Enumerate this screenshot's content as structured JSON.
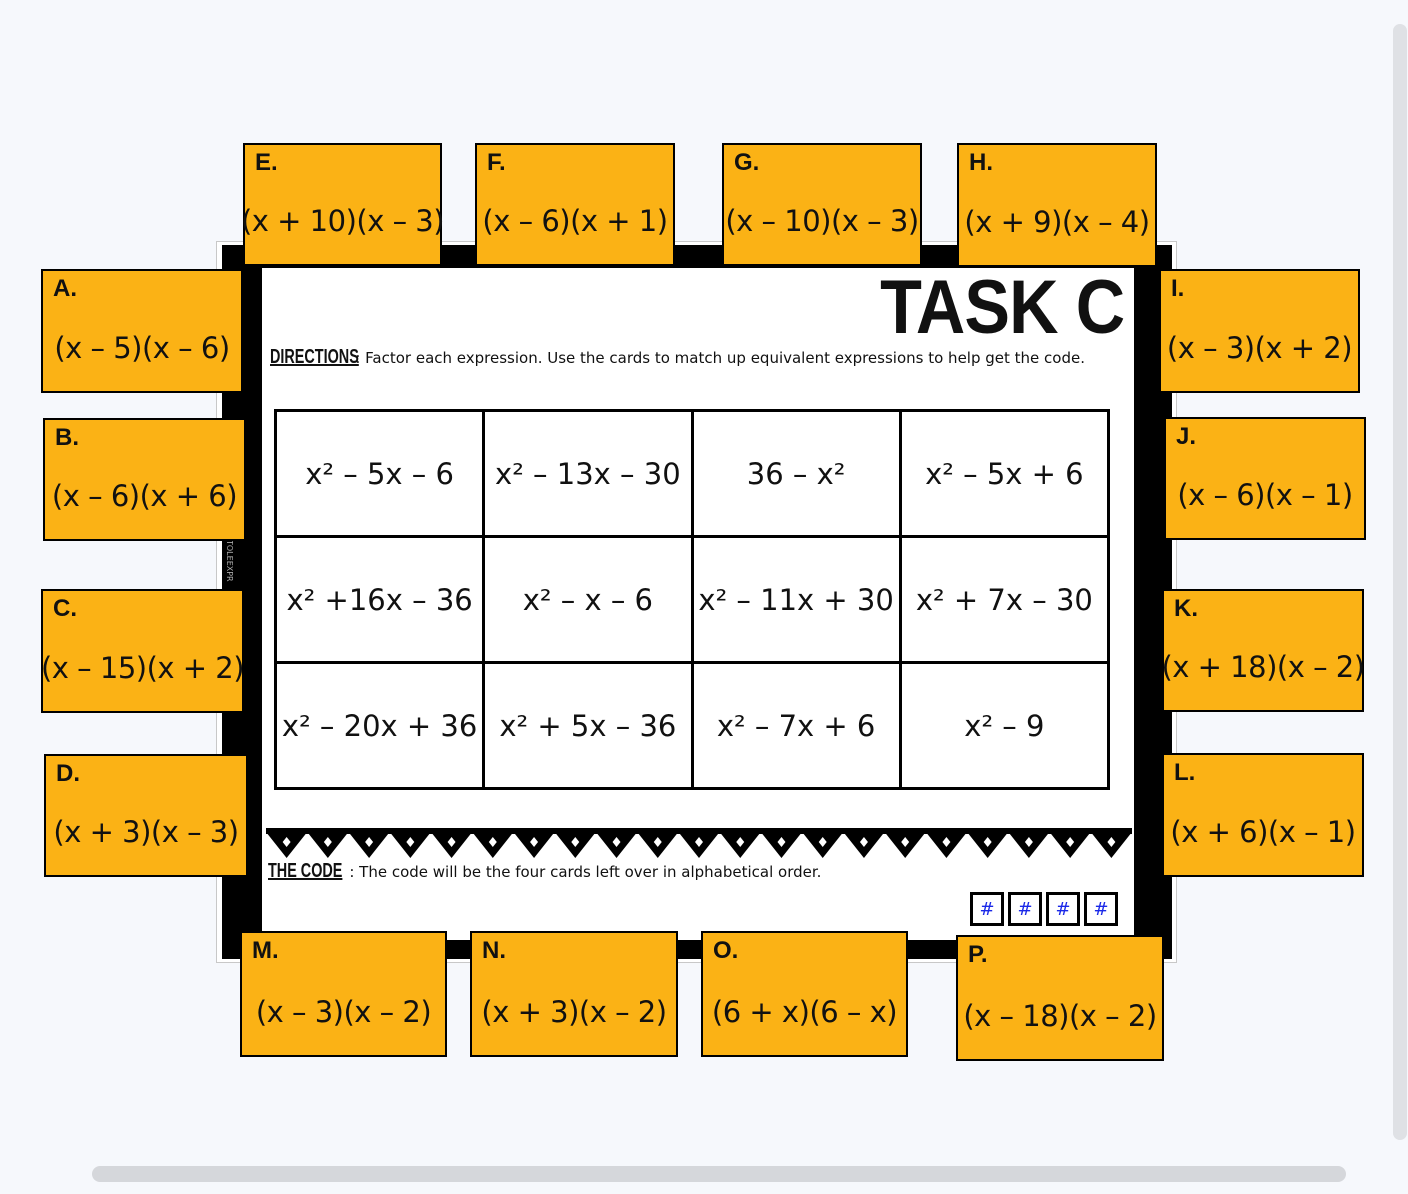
{
  "worksheet": {
    "title": "TASK C",
    "directions_label": "DIRECTIONS",
    "directions_text": ": Factor each expression. Use the cards to match up equivalent expressions to help get the code.",
    "code_label": "THE CODE",
    "code_text": ": The code will be the four cards left over in alphabetical order.",
    "side_text": "TOLEEXPR",
    "code_boxes": [
      "#",
      "#",
      "#",
      "#"
    ],
    "grid": [
      [
        "x² – 5x – 6",
        "x² – 13x – 30",
        "36 – x²",
        "x² – 5x + 6"
      ],
      [
        "x² +16x – 36",
        "x² – x – 6",
        "x² – 11x + 30",
        "x² + 7x – 30"
      ],
      [
        "x² – 20x + 36",
        "x² + 5x – 36",
        "x² – 7x + 6",
        "x² – 9"
      ]
    ]
  },
  "cards": [
    {
      "letter": "A.",
      "expr": "(x – 5)(x – 6)"
    },
    {
      "letter": "B.",
      "expr": "(x – 6)(x + 6)"
    },
    {
      "letter": "C.",
      "expr": "(x – 15)(x + 2)"
    },
    {
      "letter": "D.",
      "expr": "(x + 3)(x – 3)"
    },
    {
      "letter": "E.",
      "expr": "(x + 10)(x – 3)"
    },
    {
      "letter": "F.",
      "expr": "(x – 6)(x + 1)"
    },
    {
      "letter": "G.",
      "expr": "(x – 10)(x – 3)"
    },
    {
      "letter": "H.",
      "expr": "(x + 9)(x – 4)"
    },
    {
      "letter": "I.",
      "expr": "(x – 3)(x + 2)"
    },
    {
      "letter": "J.",
      "expr": "(x – 6)(x – 1)"
    },
    {
      "letter": "K.",
      "expr": "(x + 18)(x – 2)"
    },
    {
      "letter": "L.",
      "expr": "(x + 6)(x – 1)"
    },
    {
      "letter": "M.",
      "expr": "(x – 3)(x – 2)"
    },
    {
      "letter": "N.",
      "expr": "(x + 3)(x – 2)"
    },
    {
      "letter": "O.",
      "expr": "(6 + x)(6 – x)"
    },
    {
      "letter": "P.",
      "expr": "(x – 18)(x – 2)"
    }
  ],
  "colors": {
    "card": "#fbb215",
    "code_hash": "#1a28e8"
  }
}
